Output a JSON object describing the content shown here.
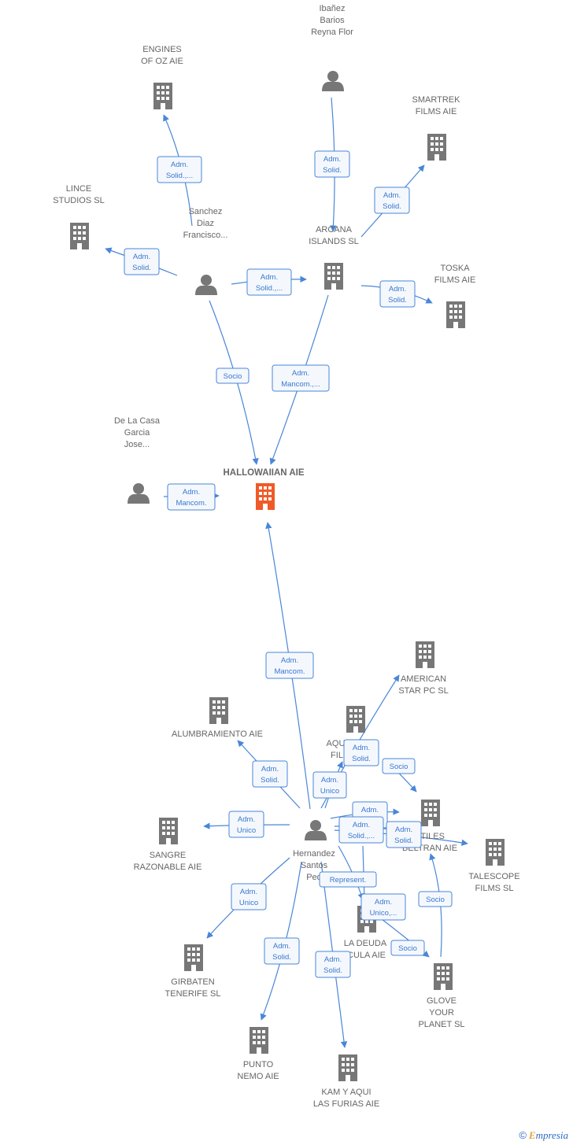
{
  "colors": {
    "edge": "#4a86d8",
    "node": "#777777",
    "highlight": "#f05a28",
    "label": "#666666"
  },
  "footer": {
    "copyright": "©",
    "brand_initial": "E",
    "brand_rest": "mpresia"
  },
  "nodes": [
    {
      "id": "hallowaiian",
      "kind": "building",
      "highlight": true,
      "label": [
        "HALLOWAIIAN AIE"
      ]
    },
    {
      "id": "engines",
      "kind": "building",
      "label": [
        "ENGINES",
        "OF OZ  AIE"
      ]
    },
    {
      "id": "ibanez",
      "kind": "person",
      "label": [
        "Ibañez",
        "Barios",
        "Reyna Flor"
      ]
    },
    {
      "id": "smartrek",
      "kind": "building",
      "label": [
        "SMARTREK",
        "FILMS AIE"
      ]
    },
    {
      "id": "lince",
      "kind": "building",
      "label": [
        "LINCE",
        "STUDIOS SL"
      ]
    },
    {
      "id": "sanchez",
      "kind": "person",
      "label": [
        "Sanchez",
        "Diaz",
        "Francisco..."
      ]
    },
    {
      "id": "arcana",
      "kind": "building",
      "label": [
        "ARCANA",
        "ISLANDS  SL"
      ]
    },
    {
      "id": "toska",
      "kind": "building",
      "label": [
        "TOSKA",
        "FILMS AIE"
      ]
    },
    {
      "id": "delacasa",
      "kind": "person",
      "label": [
        "De La Casa",
        "Garcia",
        "Jose..."
      ]
    },
    {
      "id": "american",
      "kind": "building",
      "label": [
        "AMERICAN",
        "STAR PC  SL"
      ]
    },
    {
      "id": "alumbramiento",
      "kind": "building",
      "label": [
        "ALUMBRAMIENTO AIE"
      ]
    },
    {
      "id": "aqui",
      "kind": "building",
      "label": [
        "AQUI",
        "FIL"
      ]
    },
    {
      "id": "textiles",
      "kind": "building",
      "label": [
        "XTILES",
        "BELTRAN AIE"
      ]
    },
    {
      "id": "talescope",
      "kind": "building",
      "label": [
        "TALESCOPE",
        "FILMS  SL"
      ]
    },
    {
      "id": "sangre",
      "kind": "building",
      "label": [
        "SANGRE",
        "RAZONABLE AIE"
      ]
    },
    {
      "id": "hernandez",
      "kind": "person",
      "label": [
        "Hernandez",
        "Santos",
        "Ped"
      ]
    },
    {
      "id": "deuda",
      "kind": "building",
      "label": [
        "LA DEUDA",
        "ICULA AIE"
      ]
    },
    {
      "id": "girbaten",
      "kind": "building",
      "label": [
        "GIRBATEN",
        "TENERIFE SL"
      ]
    },
    {
      "id": "glove",
      "kind": "building",
      "label": [
        "GLOVE",
        "YOUR",
        "PLANET SL"
      ]
    },
    {
      "id": "punto",
      "kind": "building",
      "label": [
        "PUNTO",
        "NEMO AIE"
      ]
    },
    {
      "id": "kam",
      "kind": "building",
      "label": [
        "KAM Y AQUI",
        "LAS FURIAS AIE"
      ]
    }
  ],
  "edges": [
    {
      "id": "sanchez-engines",
      "label": [
        "Adm.",
        "Solid.,..."
      ]
    },
    {
      "id": "ibanez-arcana",
      "label": [
        "Adm.",
        "Solid."
      ]
    },
    {
      "id": "arcana-smartrek",
      "label": [
        "Adm.",
        "Solid."
      ]
    },
    {
      "id": "sanchez-lince",
      "label": [
        "Adm.",
        "Solid."
      ]
    },
    {
      "id": "sanchez-arcana",
      "label": [
        "Adm.",
        "Solid.,..."
      ]
    },
    {
      "id": "arcana-toska",
      "label": [
        "Adm.",
        "Solid."
      ]
    },
    {
      "id": "sanchez-hallowaiian",
      "label": [
        "Socio"
      ]
    },
    {
      "id": "arcana-hallowaiian",
      "label": [
        "Adm.",
        "Mancom.,..."
      ]
    },
    {
      "id": "delacasa-hallowaiian",
      "label": [
        "Adm.",
        "Mancom."
      ]
    },
    {
      "id": "hernandez-hallowaiian",
      "label": [
        "Adm.",
        "Mancom."
      ]
    },
    {
      "id": "hernandez-alumbramiento",
      "label": [
        "Adm.",
        "Solid."
      ]
    },
    {
      "id": "hernandez-american",
      "label": [
        "Adm.",
        "Solid."
      ]
    },
    {
      "id": "aqui-textiles",
      "label": [
        "Socio"
      ]
    },
    {
      "id": "hernandez-aqui",
      "label": [
        "Adm.",
        "Unico"
      ]
    },
    {
      "id": "hernandez-textiles",
      "label": [
        "Adm.",
        "Solid."
      ]
    },
    {
      "id": "hernandez-textiles-2",
      "label": [
        "Adm.",
        "Solid.,..."
      ]
    },
    {
      "id": "hernandez-talescope",
      "label": [
        "Adm.",
        "Solid."
      ]
    },
    {
      "id": "hernandez-sangre",
      "label": [
        "Adm.",
        "Unico"
      ]
    },
    {
      "id": "hernandez-deuda",
      "label": [
        "Represent."
      ]
    },
    {
      "id": "hernandez-deuda-2",
      "label": [
        "Adm.",
        "Unico,..."
      ]
    },
    {
      "id": "glove-textiles",
      "label": [
        "Socio"
      ]
    },
    {
      "id": "deuda-glove",
      "label": [
        "Socio"
      ]
    },
    {
      "id": "hernandez-girbaten",
      "label": [
        "Adm.",
        "Unico"
      ]
    },
    {
      "id": "hernandez-punto",
      "label": [
        "Adm.",
        "Solid."
      ]
    },
    {
      "id": "hernandez-kam",
      "label": [
        "Adm.",
        "Solid."
      ]
    }
  ]
}
